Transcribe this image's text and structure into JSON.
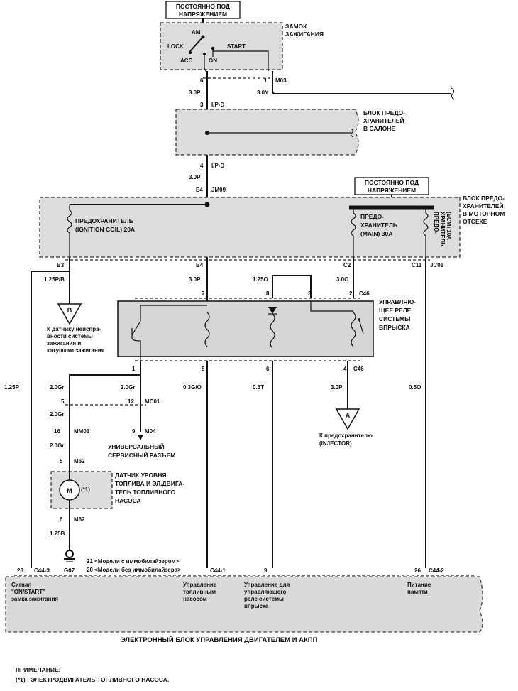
{
  "labels": {
    "always_hot_top": [
      "ПОСТОЯННО ПОД",
      "НАПРЯЖЕНИЕМ"
    ],
    "always_hot_right": [
      "ПОСТОЯННО ПОД",
      "НАПРЯЖЕНИЕМ"
    ],
    "ignition_switch": [
      "ЗАМОК",
      "ЗАЖИГАНИЯ"
    ],
    "switch_positions": {
      "am": "AM",
      "lock": "LOCK",
      "acc": "ACC",
      "on": "ON",
      "start": "START"
    },
    "interior_fuse_block": [
      "БЛОК ПРЕДО-",
      "ХРАНИТЕЛЕЙ",
      "В САЛОНЕ"
    ],
    "engine_fuse_block": [
      "БЛОК ПРЕДО-",
      "ХРАНИТЕЛЕЙ",
      "В МОТОРНОМ",
      "ОТСЕКЕ"
    ],
    "fuse_ign": [
      "ПРЕДОХРАНИТЕЛЬ",
      "(IGNITION COIL) 20A"
    ],
    "fuse_main": [
      "ПРЕДО-",
      "ХРАНИТЕЛЬ",
      "(MAIN) 30A"
    ],
    "fuse_ecm": [
      "ПРЕДО-",
      "ХРАНИТЕЛЬ",
      "(ECM) 10A"
    ],
    "relay": [
      "УПРАВЛЯЮ-",
      "ЩЕЕ РЕЛЕ",
      "СИСТЕМЫ",
      "ВПРЫСКА"
    ],
    "ref_b_desc": [
      "К датчику неиспра-",
      "вности системы",
      "зажигания и",
      "катушкам зажигания"
    ],
    "ref_a_desc": [
      "К предохранителю",
      "(INJECTOR)"
    ],
    "ref_b": "B",
    "ref_a": "A",
    "service_conn": [
      "УНИВЕРСАЛЬНЫЙ",
      "СЕРВИСНЫЙ РАЗЪЕМ"
    ],
    "pump": [
      "ДАТЧИК УРОВНЯ",
      "ТОПЛИВА И ЭЛ.ДВИГА-",
      "ТЕЛЬ ТОПЛИВНОГО",
      "НАСОСА"
    ],
    "motor_m": "M",
    "motor_note": "(*1)",
    "immo_1": "21 <Модели с иммобилайзером>",
    "immo_2": "20 <Модели без иммобилайзера>",
    "ecu_sig1": [
      "Сигнал",
      "\"ON/START\"",
      "замка зажигания"
    ],
    "ecu_sig2": [
      "Управление",
      "топливным",
      "насосом"
    ],
    "ecu_sig3": [
      "Управление для",
      "управляющего",
      "реле системы",
      "впрыска"
    ],
    "ecu_sig4": [
      "Питание",
      "памяти"
    ],
    "ecu_title": "ЭЛЕКТРОННЫЙ БЛОК УПРАВЛЕНИЯ ДВИГАТЕЛЕМ И АКПП",
    "note_title": "ПРИМЕЧАНИЕ:",
    "note_text": "(*1) : ЭЛЕКТРОДВИГАТЕЛЬ ТОПЛИВНОГО НАСОСА."
  },
  "pins": {
    "p6": "6",
    "p1": "1",
    "m03": "M03",
    "w30p_a": "3.0P",
    "w30y": "3.0Y",
    "p3": "3",
    "ipd_a": "I/P-D",
    "p4": "4",
    "ipd_b": "I/P-D",
    "w30p_b": "3.0P",
    "e4": "E4",
    "jm09": "JM09",
    "b3": "B3",
    "b4": "B4",
    "c2": "C2",
    "c11": "C11",
    "jc01": "JC01",
    "w125pb": "1.25P/B",
    "w30p_c": "3.0P",
    "w125o": "1.25O",
    "w30o": "3.0O",
    "r7": "7",
    "r8": "8",
    "r3": "3",
    "r2": "2",
    "c46_a": "C46",
    "r1": "1",
    "r5": "5",
    "r6": "6",
    "r4": "4",
    "c46_b": "C46",
    "w125p": "1.25P",
    "w20gr_a": "2.0Gr",
    "w20gr_b": "2.0Gr",
    "w03go": "0.3G/O",
    "w05t": "0.5T",
    "w30p_d": "3.0P",
    "w05o": "0.5O",
    "s5": "5",
    "s12": "12",
    "mc01": "MC01",
    "w20gr_c": "2.0Gr",
    "s9": "9",
    "m04": "M04",
    "s16": "16",
    "mm01": "MM01",
    "w20gr_d": "2.0Gr",
    "s5b": "5",
    "m62_a": "M62",
    "s6": "6",
    "m62_b": "M62",
    "w125b": "1.25B",
    "g07": "G07",
    "e28": "28",
    "c44_3": "C44-3",
    "c44_1": "C44-1",
    "e9": "9",
    "e26": "26",
    "c44_2": "C44-2"
  }
}
